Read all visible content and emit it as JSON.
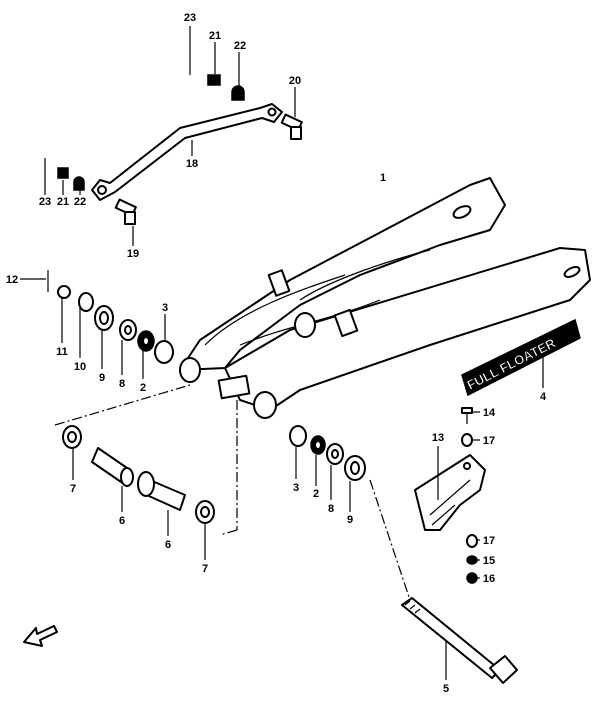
{
  "title": "Rear swinging arm parts diagram",
  "decal_text": "FULL FLOATER",
  "direction_arrow": "front-arrow-icon",
  "callouts": [
    {
      "id": "c1",
      "label": "23"
    },
    {
      "id": "c2",
      "label": "21"
    },
    {
      "id": "c3",
      "label": "22"
    },
    {
      "id": "c4",
      "label": "20"
    },
    {
      "id": "c5",
      "label": "18"
    },
    {
      "id": "c6",
      "label": "1"
    },
    {
      "id": "c7",
      "label": "23"
    },
    {
      "id": "c8",
      "label": "21"
    },
    {
      "id": "c9",
      "label": "22"
    },
    {
      "id": "c10",
      "label": "19"
    },
    {
      "id": "c11",
      "label": "12"
    },
    {
      "id": "c12",
      "label": "3"
    },
    {
      "id": "c13",
      "label": "11"
    },
    {
      "id": "c14",
      "label": "10"
    },
    {
      "id": "c15",
      "label": "9"
    },
    {
      "id": "c16",
      "label": "8"
    },
    {
      "id": "c17",
      "label": "2"
    },
    {
      "id": "c18",
      "label": "4"
    },
    {
      "id": "c19",
      "label": "14"
    },
    {
      "id": "c20",
      "label": "17"
    },
    {
      "id": "c21",
      "label": "13"
    },
    {
      "id": "c22",
      "label": "7"
    },
    {
      "id": "c23",
      "label": "6"
    },
    {
      "id": "c24",
      "label": "6"
    },
    {
      "id": "c25",
      "label": "7"
    },
    {
      "id": "c26",
      "label": "3"
    },
    {
      "id": "c27",
      "label": "2"
    },
    {
      "id": "c28",
      "label": "8"
    },
    {
      "id": "c29",
      "label": "9"
    },
    {
      "id": "c30",
      "label": "17"
    },
    {
      "id": "c31",
      "label": "15"
    },
    {
      "id": "c32",
      "label": "16"
    },
    {
      "id": "c33",
      "label": "5"
    }
  ]
}
